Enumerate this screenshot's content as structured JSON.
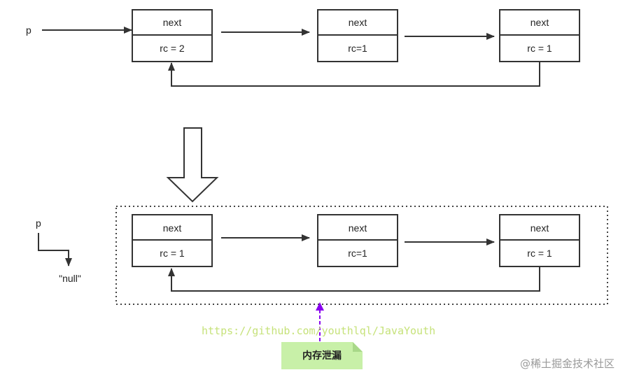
{
  "top_diagram": {
    "pointer_label": "p",
    "nodes": [
      {
        "next_label": "next",
        "rc_label": "rc = 2"
      },
      {
        "next_label": "next",
        "rc_label": "rc=1"
      },
      {
        "next_label": "next",
        "rc_label": "rc = 1"
      }
    ]
  },
  "bottom_diagram": {
    "pointer_label": "p",
    "null_label": "\"null\"",
    "nodes": [
      {
        "next_label": "next",
        "rc_label": "rc = 1"
      },
      {
        "next_label": "next",
        "rc_label": "rc=1"
      },
      {
        "next_label": "next",
        "rc_label": "rc = 1"
      }
    ]
  },
  "overlay": {
    "url_text": "https://github.com/youthlql/JavaYouth",
    "note_text": "内存泄漏",
    "watermark": "@稀土掘金技术社区"
  },
  "colors": {
    "stroke": "#333333",
    "note_bg": "#c8f0a8",
    "note_arrow": "#8800ee",
    "url": "#c6e27a",
    "dotted_border": "#444444"
  }
}
